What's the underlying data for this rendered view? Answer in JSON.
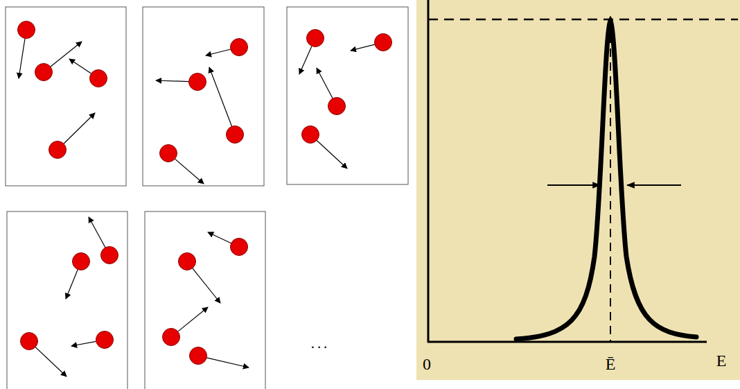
{
  "diagram": {
    "labels": [
      "...",
      "0",
      "Ē",
      "E"
    ]
  }
}
